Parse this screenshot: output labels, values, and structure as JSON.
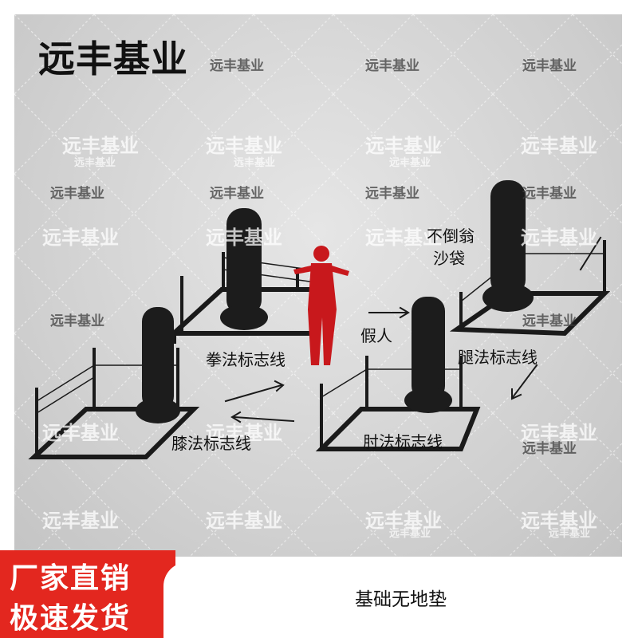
{
  "brand": {
    "title": "远丰基业"
  },
  "watermark": {
    "text": "远丰基业",
    "positions_note": ""
  },
  "labels": {
    "tumbler_bag": [
      "不倒翁",
      "沙袋"
    ],
    "dummy": "假人",
    "punch_line": "拳法标志线",
    "kick_line": "腿法标志线",
    "knee_line": "膝法标志线",
    "elbow_line": "肘法标志线"
  },
  "banner": {
    "left_line1": "厂家直销",
    "left_line2": "极速发货",
    "caption": "基础无地垫"
  },
  "colors": {
    "banner_red": "#e3271f",
    "equipment": "#1a1a1a",
    "dummy": "#c8181c"
  }
}
